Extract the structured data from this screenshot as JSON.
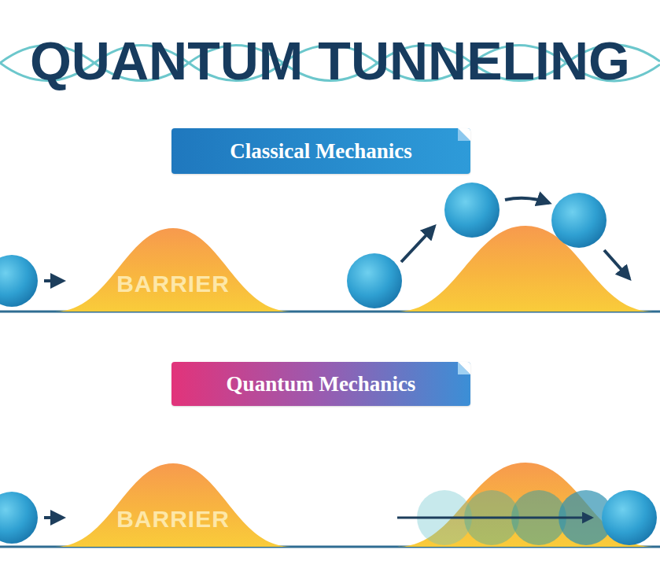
{
  "diagram": {
    "title": "QUANTUM TUNNELING",
    "nodes": [
      {
        "text": [
          "Classical Mechanics"
        ]
      },
      {
        "text": [
          "BARRIER"
        ]
      },
      {
        "text": [
          "Quantum Mechanics"
        ]
      },
      {
        "text": [
          "BARRIER"
        ]
      }
    ]
  }
}
